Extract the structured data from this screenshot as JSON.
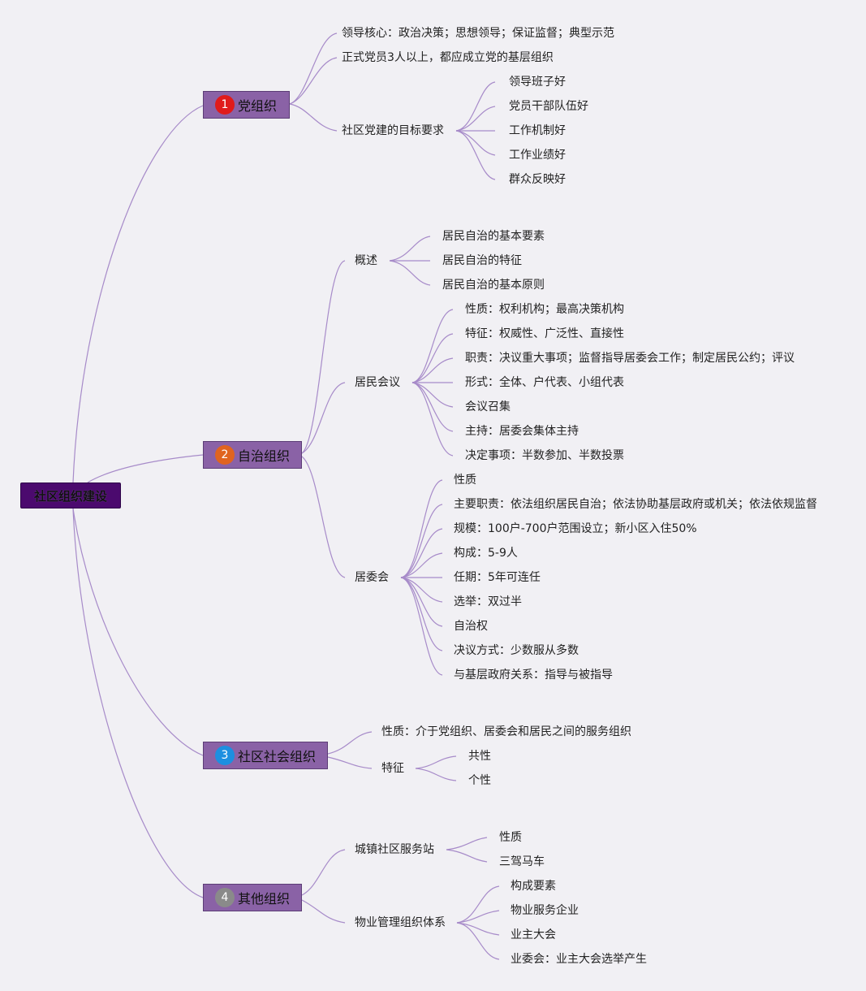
{
  "root": {
    "label": "社区组织建设"
  },
  "branches": [
    {
      "number": "1",
      "label": "党组织",
      "badge_color": "#e01b1b",
      "children": [
        {
          "label": "领导核心：政治决策；思想领导；保证监督；典型示范"
        },
        {
          "label": "正式党员3人以上，都应成立党的基层组织"
        },
        {
          "label": "社区党建的目标要求",
          "children": [
            "领导班子好",
            "党员干部队伍好",
            "工作机制好",
            "工作业绩好",
            "群众反映好"
          ]
        }
      ]
    },
    {
      "number": "2",
      "label": "自治组织",
      "badge_color": "#e0641f",
      "children": [
        {
          "label": "概述",
          "children": [
            "居民自治的基本要素",
            "居民自治的特征",
            "居民自治的基本原则"
          ]
        },
        {
          "label": "居民会议",
          "children": [
            "性质：权利机构；最高决策机构",
            "特征：权威性、广泛性、直接性",
            "职责：决议重大事项；监督指导居委会工作；制定居民公约；评议",
            "形式：全体、户代表、小组代表",
            "会议召集",
            "主持：居委会集体主持",
            "决定事项：半数参加、半数投票"
          ]
        },
        {
          "label": "居委会",
          "children": [
            "性质",
            "主要职责：依法组织居民自治；依法协助基层政府或机关；依法依规监督",
            "规模：100户-700户范围设立；新小区入住50%",
            "构成：5-9人",
            "任期：5年可连任",
            "选举：双过半",
            "自治权",
            "决议方式：少数服从多数",
            "与基层政府关系：指导与被指导"
          ]
        }
      ]
    },
    {
      "number": "3",
      "label": "社区社会组织",
      "badge_color": "#1d8fe0",
      "children": [
        {
          "label": "性质：介于党组织、居委会和居民之间的服务组织"
        },
        {
          "label": "特征",
          "children": [
            "共性",
            "个性"
          ]
        }
      ]
    },
    {
      "number": "4",
      "label": "其他组织",
      "badge_color": "#8a8a8a",
      "children": [
        {
          "label": "城镇社区服务站",
          "children": [
            "性质",
            "三驾马车"
          ]
        },
        {
          "label": "物业管理组织体系",
          "children": [
            "构成要素",
            "物业服务企业",
            "业主大会",
            "业委会：业主大会选举产生"
          ]
        }
      ]
    }
  ]
}
